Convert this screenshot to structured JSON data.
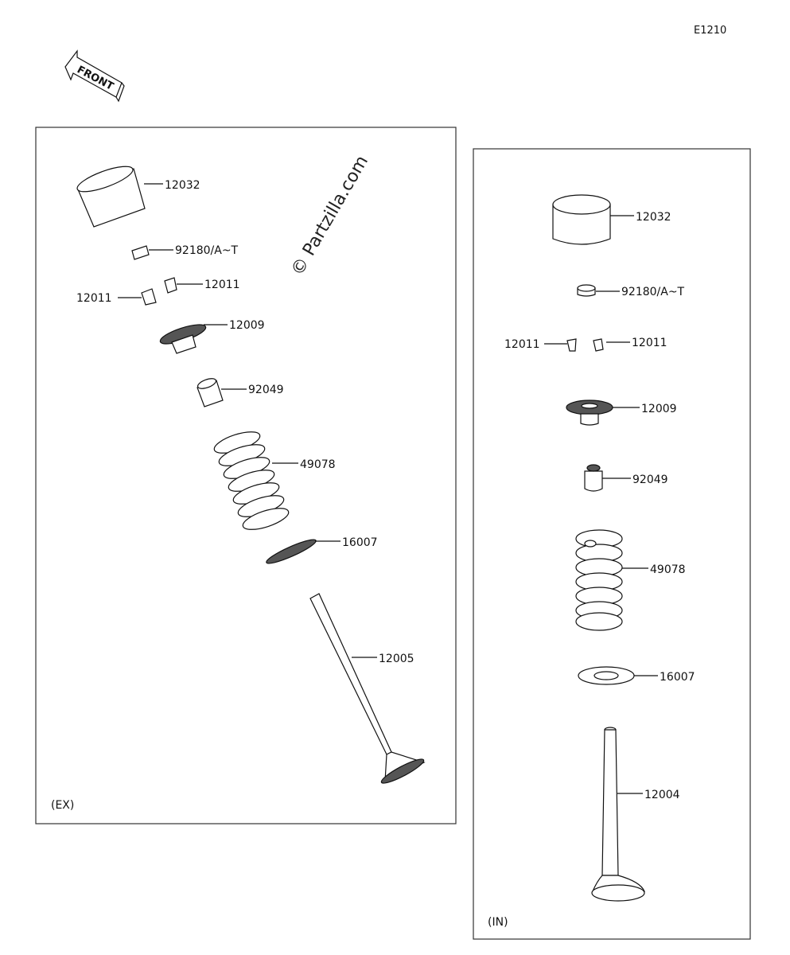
{
  "diagram_code": "E1210",
  "front_label": "FRONT",
  "watermark": "© Partzilla.com",
  "exhaust_section": {
    "label": "(EX)",
    "parts": {
      "lifter": "12032",
      "shim": "92180/A~T",
      "keeper_left": "12011",
      "keeper_right": "12011",
      "retainer": "12009",
      "seal": "92049",
      "spring": "49078",
      "seat": "16007",
      "valve": "12005"
    }
  },
  "intake_section": {
    "label": "(IN)",
    "parts": {
      "lifter": "12032",
      "shim": "92180/A~T",
      "keeper_left": "12011",
      "keeper_right": "12011",
      "retainer": "12009",
      "seal": "92049",
      "spring": "49078",
      "seat": "16007",
      "valve": "12004"
    }
  }
}
